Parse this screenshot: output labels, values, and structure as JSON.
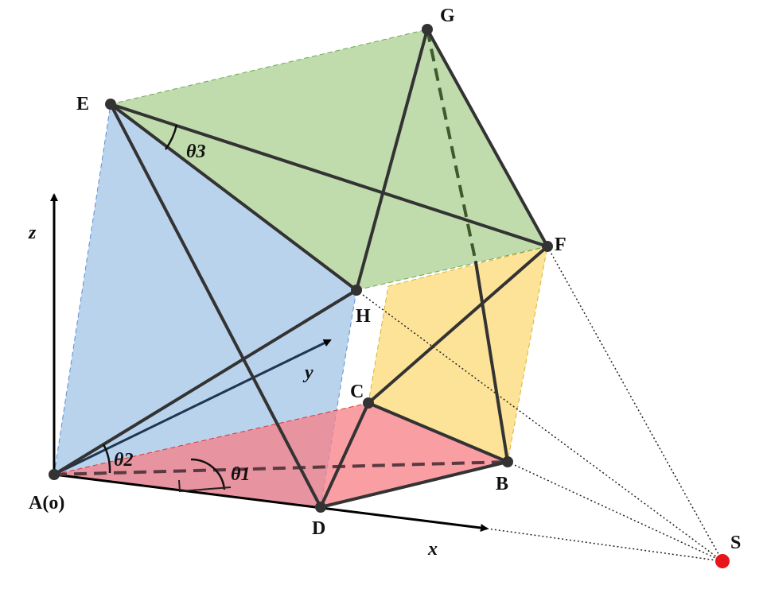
{
  "diagram": {
    "points": {
      "A": "A(o)",
      "B": "B",
      "C": "C",
      "D": "D",
      "E": "E",
      "F": "F",
      "G": "G",
      "H": "H",
      "S": "S"
    },
    "axes": {
      "x": "x",
      "y": "y",
      "z": "z"
    },
    "angles": {
      "theta1": "θ1",
      "theta2": "θ2",
      "theta3": "θ3"
    },
    "colors": {
      "blue_face": "#a9c8e8",
      "green_face": "#b5d6a0",
      "yellow_face": "#fddc7e",
      "red_face": "#f77f86",
      "edge": "#333333",
      "source_point": "#e8141c",
      "y_axis": "#1f3550"
    }
  }
}
